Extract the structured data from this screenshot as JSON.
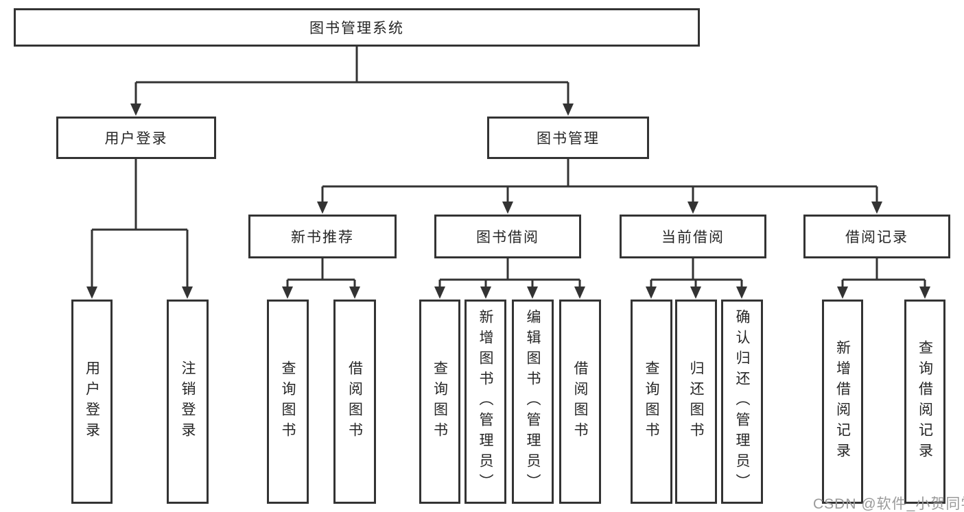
{
  "diagram_type": "tree",
  "tree": {
    "label": "图书管理系统",
    "children": [
      {
        "label": "用户登录",
        "children": [
          {
            "label": "用户登录"
          },
          {
            "label": "注销登录"
          }
        ]
      },
      {
        "label": "图书管理",
        "children": [
          {
            "label": "新书推荐",
            "children": [
              {
                "label": "查询图书"
              },
              {
                "label": "借阅图书"
              }
            ]
          },
          {
            "label": "图书借阅",
            "children": [
              {
                "label": "查询图书"
              },
              {
                "label": "新增图书（管理员）"
              },
              {
                "label": "编辑图书（管理员）"
              },
              {
                "label": "借阅图书"
              }
            ]
          },
          {
            "label": "当前借阅",
            "children": [
              {
                "label": "查询图书"
              },
              {
                "label": "归还图书"
              },
              {
                "label": "确认归还（管理员）"
              }
            ]
          },
          {
            "label": "借阅记录",
            "children": [
              {
                "label": "新增借阅记录"
              },
              {
                "label": "查询借阅记录"
              }
            ]
          }
        ]
      }
    ]
  },
  "watermark": {
    "text": "CSDN @软件_小贺同学"
  },
  "colors": {
    "background": "#ffffff",
    "line": "#333333",
    "box_border": "#333333",
    "box_fill": "#ffffff",
    "text": "#262626",
    "watermark": "#9a9a9a"
  }
}
